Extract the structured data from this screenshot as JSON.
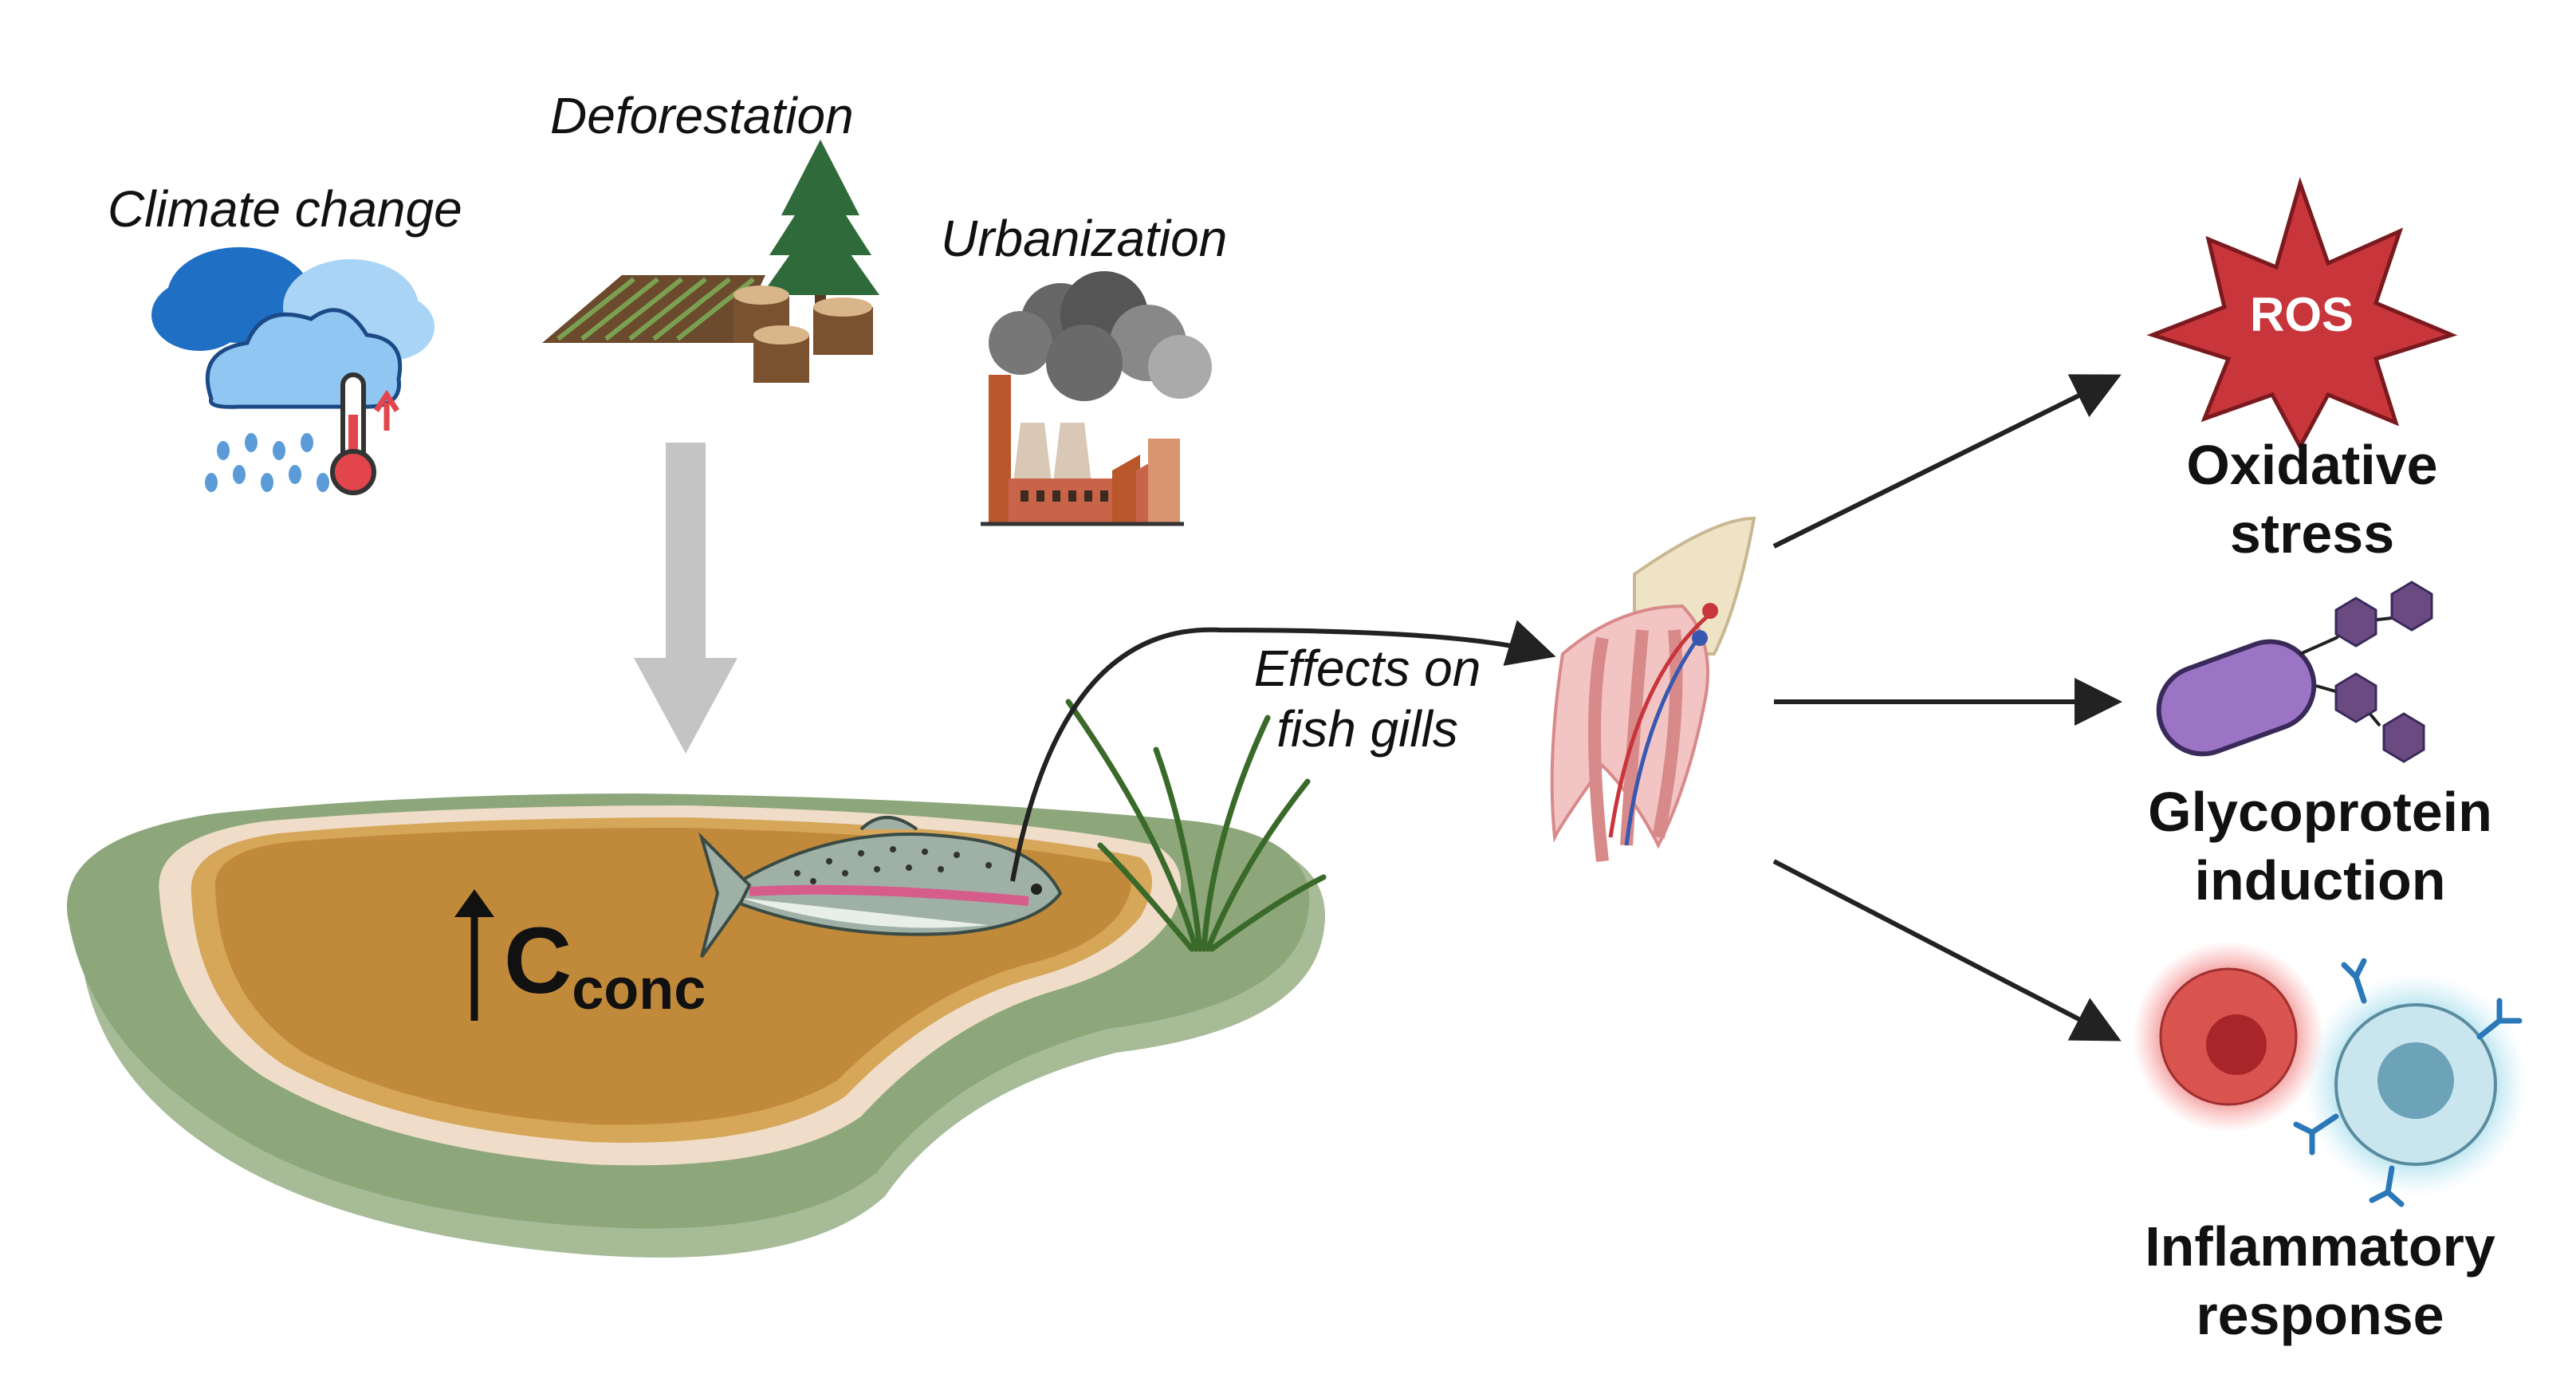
{
  "drivers": {
    "climate": "Climate change",
    "deforestation": "Deforestation",
    "urbanization": "Urbanization"
  },
  "concentration": {
    "symbol": "C",
    "subscript": "conc"
  },
  "effects_label": {
    "line1": "Effects on",
    "line2": "fish gills"
  },
  "outcomes": {
    "ros_badge": "ROS",
    "oxidative": {
      "line1": "Oxidative",
      "line2": "stress"
    },
    "glyco": {
      "line1": "Glycoprotein",
      "line2": "induction"
    },
    "inflam": {
      "line1": "Inflammatory",
      "line2": "response"
    }
  },
  "icons": [
    "cloud-rain-icon",
    "thermometer-icon",
    "tree-icon",
    "stump-icon",
    "factory-icon",
    "pond-icon",
    "fish-icon",
    "gill-icon",
    "ros-burst-icon",
    "glycoprotein-icon",
    "inflammatory-cell-icon",
    "antibody-icon"
  ],
  "colors": {
    "pond_water": "#c18a3a",
    "pond_grass": "#8da77b",
    "ros_red": "#c8353b",
    "glyco_purple": "#9b74c6",
    "gill_pink": "#f3c4c4",
    "arrow_dark": "#222222",
    "arrow_gray": "#c4c4c4"
  }
}
